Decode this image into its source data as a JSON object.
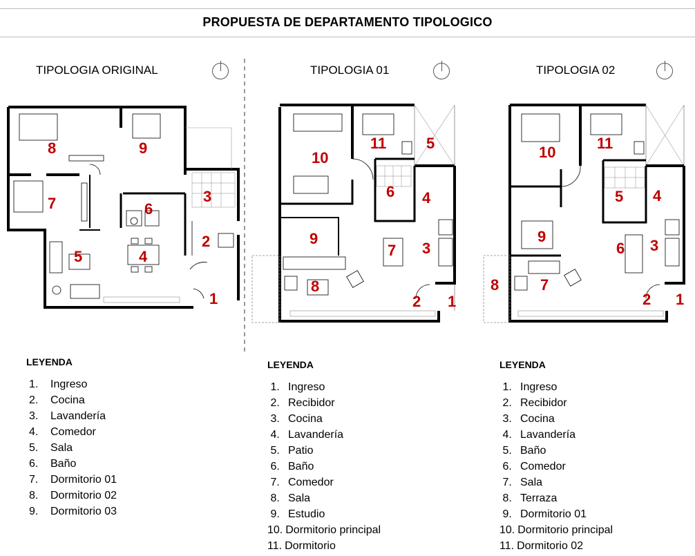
{
  "header": {
    "title": "PROPUESTA DE DEPARTAMENTO TIPOLOGICO"
  },
  "plans": [
    {
      "title": "TIPOLOGIA ORIGINAL",
      "labels": [
        "1",
        "2",
        "3",
        "4",
        "5",
        "6",
        "7",
        "8",
        "9"
      ],
      "legend_title": "LEYENDA",
      "legend": [
        "Ingreso",
        "Cocina",
        "Lavandería",
        "Comedor",
        "Sala",
        "Baño",
        "Dormitorio 01",
        "Dormitorio 02",
        "Dormitorio 03"
      ]
    },
    {
      "title": "TIPOLOGIA 01",
      "labels": [
        "1",
        "2",
        "3",
        "4",
        "5",
        "6",
        "7",
        "8",
        "9",
        "10",
        "11"
      ],
      "legend_title": "LEYENDA",
      "legend": [
        "Ingreso",
        "Recibidor",
        "Cocina",
        "Lavandería",
        "Patio",
        "Baño",
        "Comedor",
        "Sala",
        "Estudio",
        "Dormitorio principal",
        "Dormitorio"
      ]
    },
    {
      "title": "TIPOLOGIA 02",
      "labels": [
        "1",
        "2",
        "3",
        "4",
        "5",
        "6",
        "7",
        "8",
        "9",
        "10",
        "11"
      ],
      "legend_title": "LEYENDA",
      "legend": [
        "Ingreso",
        "Recibidor",
        "Cocina",
        "Lavandería",
        "Baño",
        "Comedor",
        "Sala",
        "Terraza",
        "Dormitorio 01",
        "Dormitorio principal",
        "Dormitorio 02"
      ]
    }
  ],
  "colors": {
    "walls": "#000000",
    "room_numbers": "#c00000",
    "divider": "#555555"
  }
}
